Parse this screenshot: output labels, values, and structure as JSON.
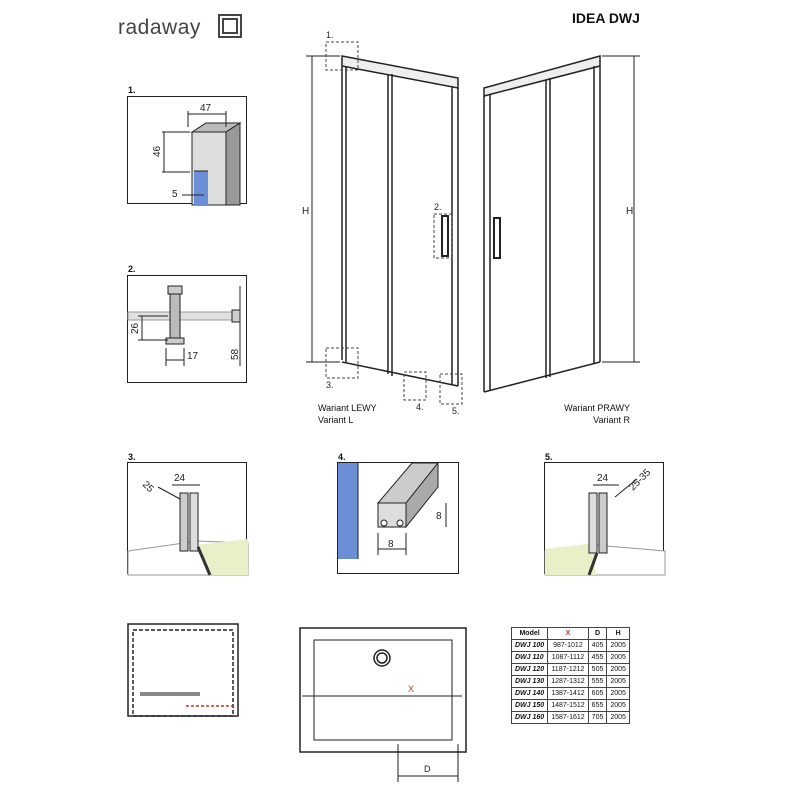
{
  "brand": {
    "logo_text": "radaway"
  },
  "title": "IDEA DWJ",
  "details": {
    "d1": {
      "label": "1.",
      "dim_width": "47",
      "dim_height": "46",
      "dim_gap": "5"
    },
    "d2": {
      "label": "2.",
      "dim_a": "26",
      "dim_b": "17",
      "dim_c": "58"
    },
    "d3": {
      "label": "3.",
      "dim_a": "25",
      "dim_b": "24"
    },
    "d4": {
      "label": "4.",
      "dim_a": "8",
      "dim_b": "8"
    },
    "d5": {
      "label": "5.",
      "dim_a": "24",
      "dim_b": "25-35"
    }
  },
  "main_drawing": {
    "callouts": [
      "1.",
      "2.",
      "3.",
      "4.",
      "5."
    ],
    "height_label": "H",
    "variant_left": {
      "line1": "Wariant LEWY",
      "line2": "Variant L"
    },
    "variant_right": {
      "line1": "Wariant PRAWY",
      "line2": "Variant R"
    }
  },
  "plan": {
    "x_label": "X",
    "d_label": "D"
  },
  "table": {
    "headers": [
      "Model",
      "X",
      "D",
      "H"
    ],
    "rows": [
      [
        "DWJ 100",
        "987-1012",
        "405",
        "2005"
      ],
      [
        "DWJ 110",
        "1087-1112",
        "455",
        "2005"
      ],
      [
        "DWJ 120",
        "1187-1212",
        "505",
        "2005"
      ],
      [
        "DWJ 130",
        "1287-1312",
        "555",
        "2005"
      ],
      [
        "DWJ 140",
        "1387-1412",
        "605",
        "2005"
      ],
      [
        "DWJ 150",
        "1487-1512",
        "655",
        "2005"
      ],
      [
        "DWJ 160",
        "1587-1612",
        "705",
        "2005"
      ]
    ]
  },
  "colors": {
    "glass": "#6b8fd6",
    "floor": "#e9f0c8",
    "arrow": "#c0392b",
    "line": "#222222"
  }
}
